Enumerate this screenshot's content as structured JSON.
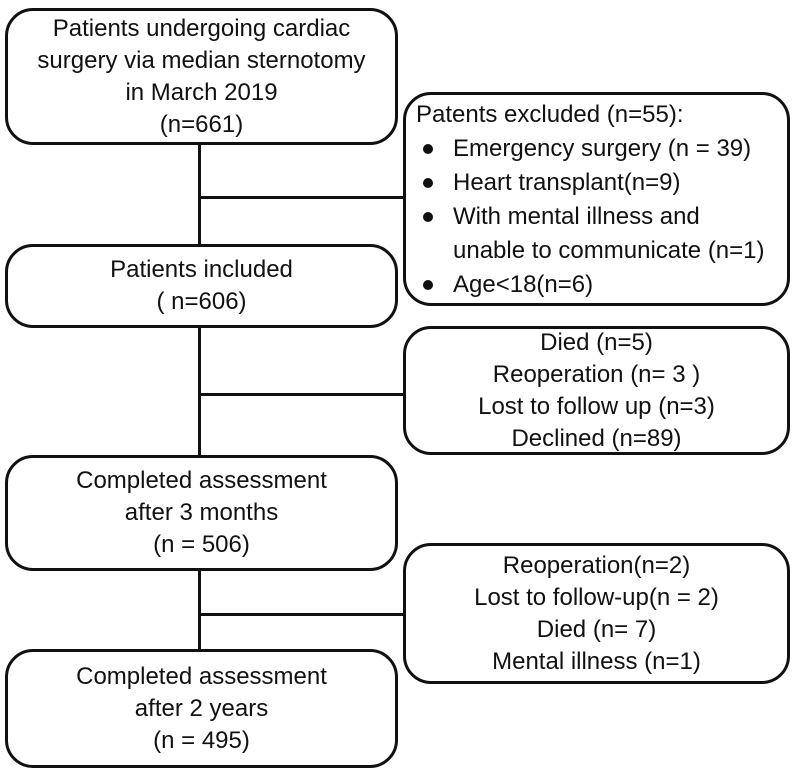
{
  "palette": {
    "line": "#111111",
    "text": "#111111",
    "box_bg": "#ffffff",
    "page_bg": "#ffffff"
  },
  "boxes": {
    "eligible": {
      "lines": [
        "Patients undergoing cardiac",
        "surgery via median sternotomy",
        "in March 2019",
        "(n=661)"
      ]
    },
    "excluded": {
      "title": "Patents excluded (n=55):",
      "bullets": [
        "Emergency surgery (n = 39)",
        "Heart transplant(n=9)",
        "With mental illness and\nunable to communicate (n=1)",
        "Age<18(n=6)"
      ]
    },
    "included": {
      "lines": [
        "Patients included",
        "( n=606)"
      ]
    },
    "dropout_3_months": {
      "lines": [
        "Died (n=5)",
        "Reoperation (n= 3 )",
        "Lost to follow up (n=3)",
        "Declined (n=89)"
      ]
    },
    "assessment_3_months": {
      "lines": [
        "Completed assessment",
        "after 3 months",
        "(n = 506)"
      ]
    },
    "dropout_2_years": {
      "lines": [
        "Reoperation(n=2)",
        "Lost to follow-up(n = 2)",
        "Died (n= 7)",
        "Mental illness (n=1)"
      ]
    },
    "assessment_2_years": {
      "lines": [
        "Completed assessment",
        "after 2 years",
        "(n = 495)"
      ]
    }
  }
}
